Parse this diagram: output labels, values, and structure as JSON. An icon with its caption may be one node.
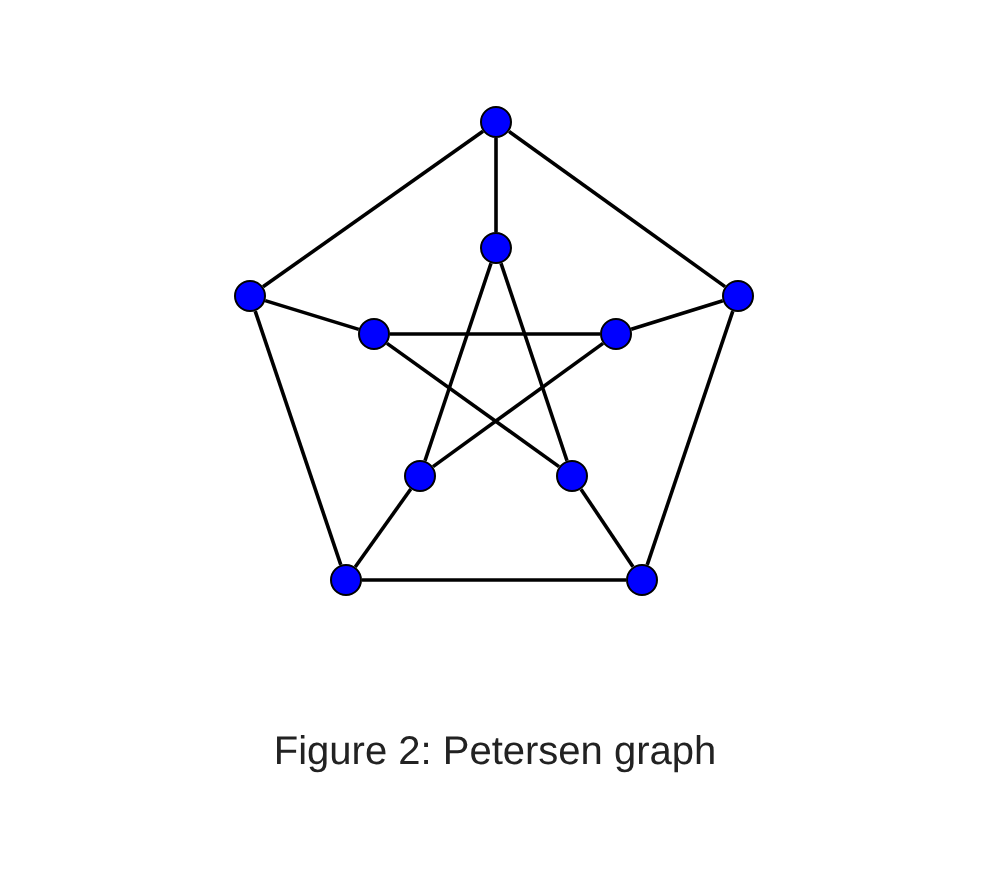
{
  "diagram": {
    "caption": "Figure 2: Petersen graph",
    "nodes": [
      {
        "text": [],
        "shape": "circle"
      },
      {
        "text": [],
        "shape": "circle"
      },
      {
        "text": [],
        "shape": "circle"
      },
      {
        "text": [],
        "shape": "circle"
      },
      {
        "text": [],
        "shape": "circle"
      },
      {
        "text": [],
        "shape": "circle"
      },
      {
        "text": [],
        "shape": "circle"
      },
      {
        "text": [],
        "shape": "circle"
      },
      {
        "text": [],
        "shape": "circle"
      },
      {
        "text": [],
        "shape": "circle"
      }
    ],
    "edges": [
      {
        "from": 0,
        "to": 2,
        "arrow": "none"
      },
      {
        "from": 0,
        "to": 3,
        "arrow": "none"
      },
      {
        "from": 2,
        "to": 8,
        "arrow": "none"
      },
      {
        "from": 3,
        "to": 9,
        "arrow": "none"
      },
      {
        "from": 8,
        "to": 9,
        "arrow": "none"
      },
      {
        "from": 0,
        "to": 1,
        "arrow": "none"
      },
      {
        "from": 2,
        "to": 4,
        "arrow": "none"
      },
      {
        "from": 3,
        "to": 5,
        "arrow": "none"
      },
      {
        "from": 8,
        "to": 6,
        "arrow": "none"
      },
      {
        "from": 9,
        "to": 7,
        "arrow": "none"
      },
      {
        "from": 1,
        "to": 6,
        "arrow": "none"
      },
      {
        "from": 1,
        "to": 7,
        "arrow": "none"
      },
      {
        "from": 4,
        "to": 5,
        "arrow": "none"
      },
      {
        "from": 4,
        "to": 7,
        "arrow": "none"
      },
      {
        "from": 5,
        "to": 6,
        "arrow": "none"
      }
    ]
  }
}
